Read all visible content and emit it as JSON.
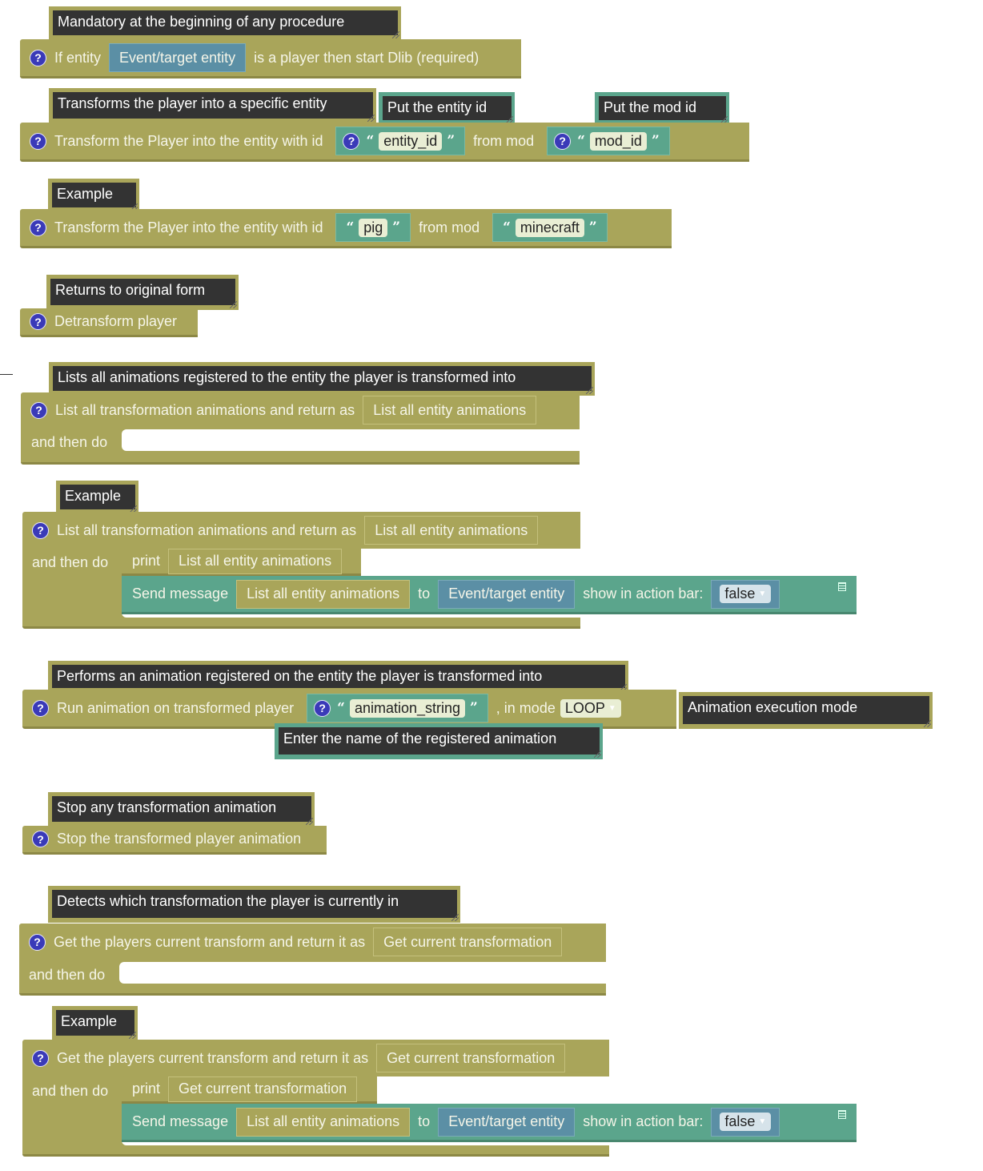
{
  "comments": {
    "c1": "Mandatory at the beginning of any procedure",
    "c2": "Transforms the player into a specific entity",
    "c2a": "Put the entity id",
    "c2b": "Put the mod id",
    "c3": "Example",
    "c4": "Returns to original form",
    "c5": "Lists all animations registered to the entity the player is transformed into",
    "c6": "Example",
    "c7": "Performs an animation registered on the entity the player is transformed into",
    "c7a": "Animation execution mode",
    "c7b": "Enter the name of the registered animation",
    "c8": "Stop any transformation animation",
    "c9": "Detects which transformation the player is currently in",
    "c10": "Example"
  },
  "blocks": {
    "b1": {
      "pre": "If entity",
      "slot": "Event/target entity",
      "post": "is a player then start Dlib (required)"
    },
    "b2": {
      "pre": "Transform the Player into the entity with id",
      "id": "entity_id",
      "mid": "from mod",
      "mod": "mod_id"
    },
    "b3": {
      "pre": "Transform the Player into the entity with id",
      "id": "pig",
      "mid": "from mod",
      "mod": "minecraft"
    },
    "b4": {
      "label": "Detransform player"
    },
    "b5": {
      "pre": "List all transformation animations and return as",
      "slot": "List all entity animations",
      "then": "and then do"
    },
    "b6": {
      "pre": "List all transformation animations and return as",
      "slot": "List all entity animations",
      "then": "and then do",
      "print": "print",
      "print_val": "List all entity animations",
      "send": "Send message",
      "send_val": "List all entity animations",
      "to": "to",
      "target": "Event/target entity",
      "show": "show in action bar:",
      "show_val": "false"
    },
    "b7": {
      "pre": "Run animation on transformed player",
      "anim": "animation_string",
      "mode_lbl": ", in mode",
      "mode": "LOOP"
    },
    "b8": {
      "label": "Stop the transformed player animation"
    },
    "b9": {
      "pre": "Get the players current transform and return it as",
      "slot": "Get current transformation",
      "then": "and then do"
    },
    "b10": {
      "pre": "Get the players current transform and return it as",
      "slot": "Get current transformation",
      "then": "and then do",
      "print": "print",
      "print_val": "Get current transformation",
      "send": "Send message",
      "send_val": "List all entity animations",
      "to": "to",
      "target": "Event/target entity",
      "show": "show in action bar:",
      "show_val": "false"
    }
  },
  "icons": {
    "help": "question-mark-icon",
    "quote_open": "“",
    "quote_close": "”",
    "help_glyph": "?"
  },
  "colors": {
    "procedure": "#a9a55a",
    "text_block": "#5ba58c",
    "entity_block": "#5b8fa5",
    "comment": "#333333",
    "help_icon": "#3a3ab8"
  }
}
